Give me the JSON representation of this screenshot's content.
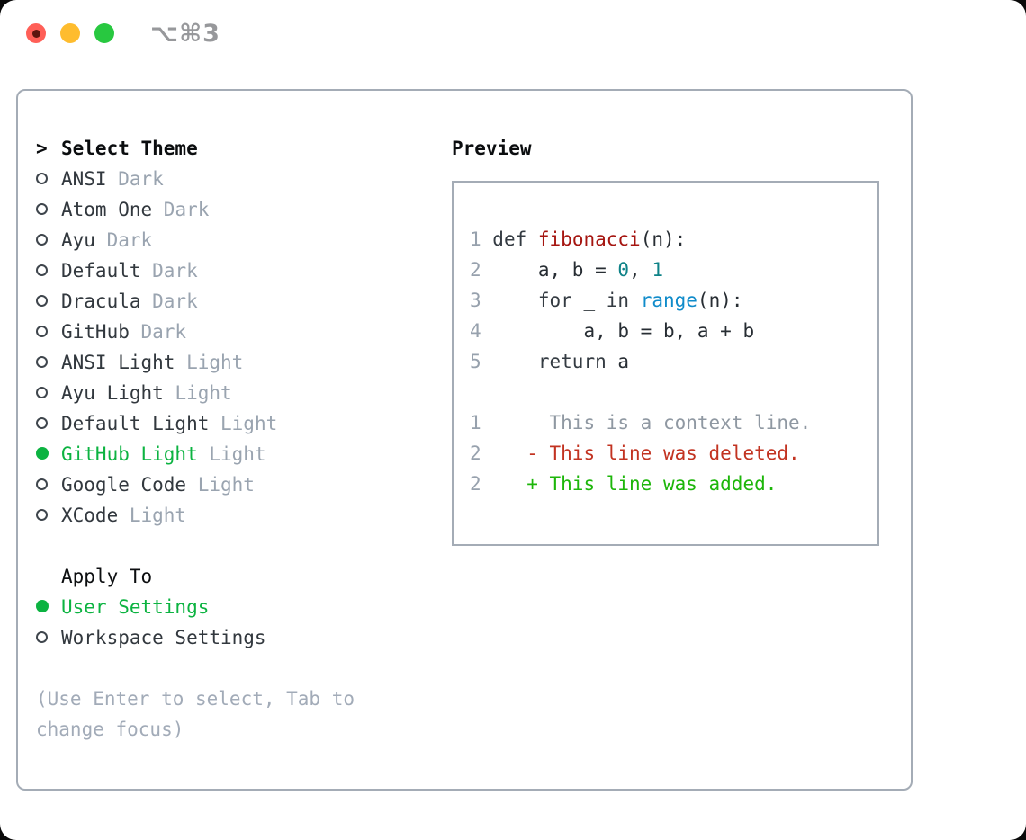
{
  "titlebar": {
    "shortcut": "⌥⌘3",
    "buttons": [
      "close",
      "minimize",
      "zoom"
    ]
  },
  "left": {
    "prompt": ">",
    "title": "Select Theme",
    "themes": [
      {
        "name": "ANSI",
        "variant": "Dark",
        "selected": false
      },
      {
        "name": "Atom One",
        "variant": "Dark",
        "selected": false
      },
      {
        "name": "Ayu",
        "variant": "Dark",
        "selected": false
      },
      {
        "name": "Default",
        "variant": "Dark",
        "selected": false
      },
      {
        "name": "Dracula",
        "variant": "Dark",
        "selected": false
      },
      {
        "name": "GitHub",
        "variant": "Dark",
        "selected": false
      },
      {
        "name": "ANSI Light",
        "variant": "Light",
        "selected": false
      },
      {
        "name": "Ayu Light",
        "variant": "Light",
        "selected": false
      },
      {
        "name": "Default Light",
        "variant": "Light",
        "selected": false
      },
      {
        "name": "GitHub Light",
        "variant": "Light",
        "selected": true
      },
      {
        "name": "Google Code",
        "variant": "Light",
        "selected": false
      },
      {
        "name": "XCode",
        "variant": "Light",
        "selected": false
      }
    ],
    "apply_to": {
      "label": "Apply To",
      "options": [
        {
          "name": "User Settings",
          "selected": true
        },
        {
          "name": "Workspace Settings",
          "selected": false
        }
      ]
    },
    "hint_lines": [
      "(Use Enter to select, Tab to",
      "change focus)"
    ]
  },
  "preview": {
    "label": "Preview",
    "lines": [
      [
        [
          "num",
          "1 "
        ],
        [
          "kw",
          "def"
        ],
        [
          "pl",
          " "
        ],
        [
          "fn",
          "fibonacci"
        ],
        [
          "pl",
          "(n):"
        ]
      ],
      [
        [
          "num",
          "2 "
        ],
        [
          "pl",
          "    a, b = "
        ],
        [
          "lit",
          "0"
        ],
        [
          "pl",
          ", "
        ],
        [
          "lit",
          "1"
        ]
      ],
      [
        [
          "num",
          "3 "
        ],
        [
          "pl",
          "    "
        ],
        [
          "kw",
          "for"
        ],
        [
          "pl",
          " _ "
        ],
        [
          "kw",
          "in"
        ],
        [
          "pl",
          " "
        ],
        [
          "nb",
          "range"
        ],
        [
          "pl",
          "(n):"
        ]
      ],
      [
        [
          "num",
          "4 "
        ],
        [
          "pl",
          "        a, b = b, a + b"
        ]
      ],
      [
        [
          "num",
          "5 "
        ],
        [
          "pl",
          "    "
        ],
        [
          "kw",
          "return"
        ],
        [
          "pl",
          " a"
        ]
      ],
      [],
      [
        [
          "num",
          "1 "
        ],
        [
          "ctx",
          "     This is a context line."
        ]
      ],
      [
        [
          "num",
          "2 "
        ],
        [
          "del",
          "   - This line was deleted."
        ]
      ],
      [
        [
          "num",
          "2 "
        ],
        [
          "add",
          "   + This line was added."
        ]
      ]
    ]
  },
  "colors": {
    "accent_green": "#0cb341",
    "added_green": "#1db60a",
    "deleted_red": "#c23321",
    "function_red": "#a51510",
    "builtin_blue": "#0f8bca",
    "number_teal": "#0e8287",
    "muted_gray": "#9aa4b0",
    "border_gray": "#a4acb6",
    "traffic_red": "#ff5f57",
    "traffic_yellow": "#febc2e",
    "traffic_green": "#28c840"
  }
}
